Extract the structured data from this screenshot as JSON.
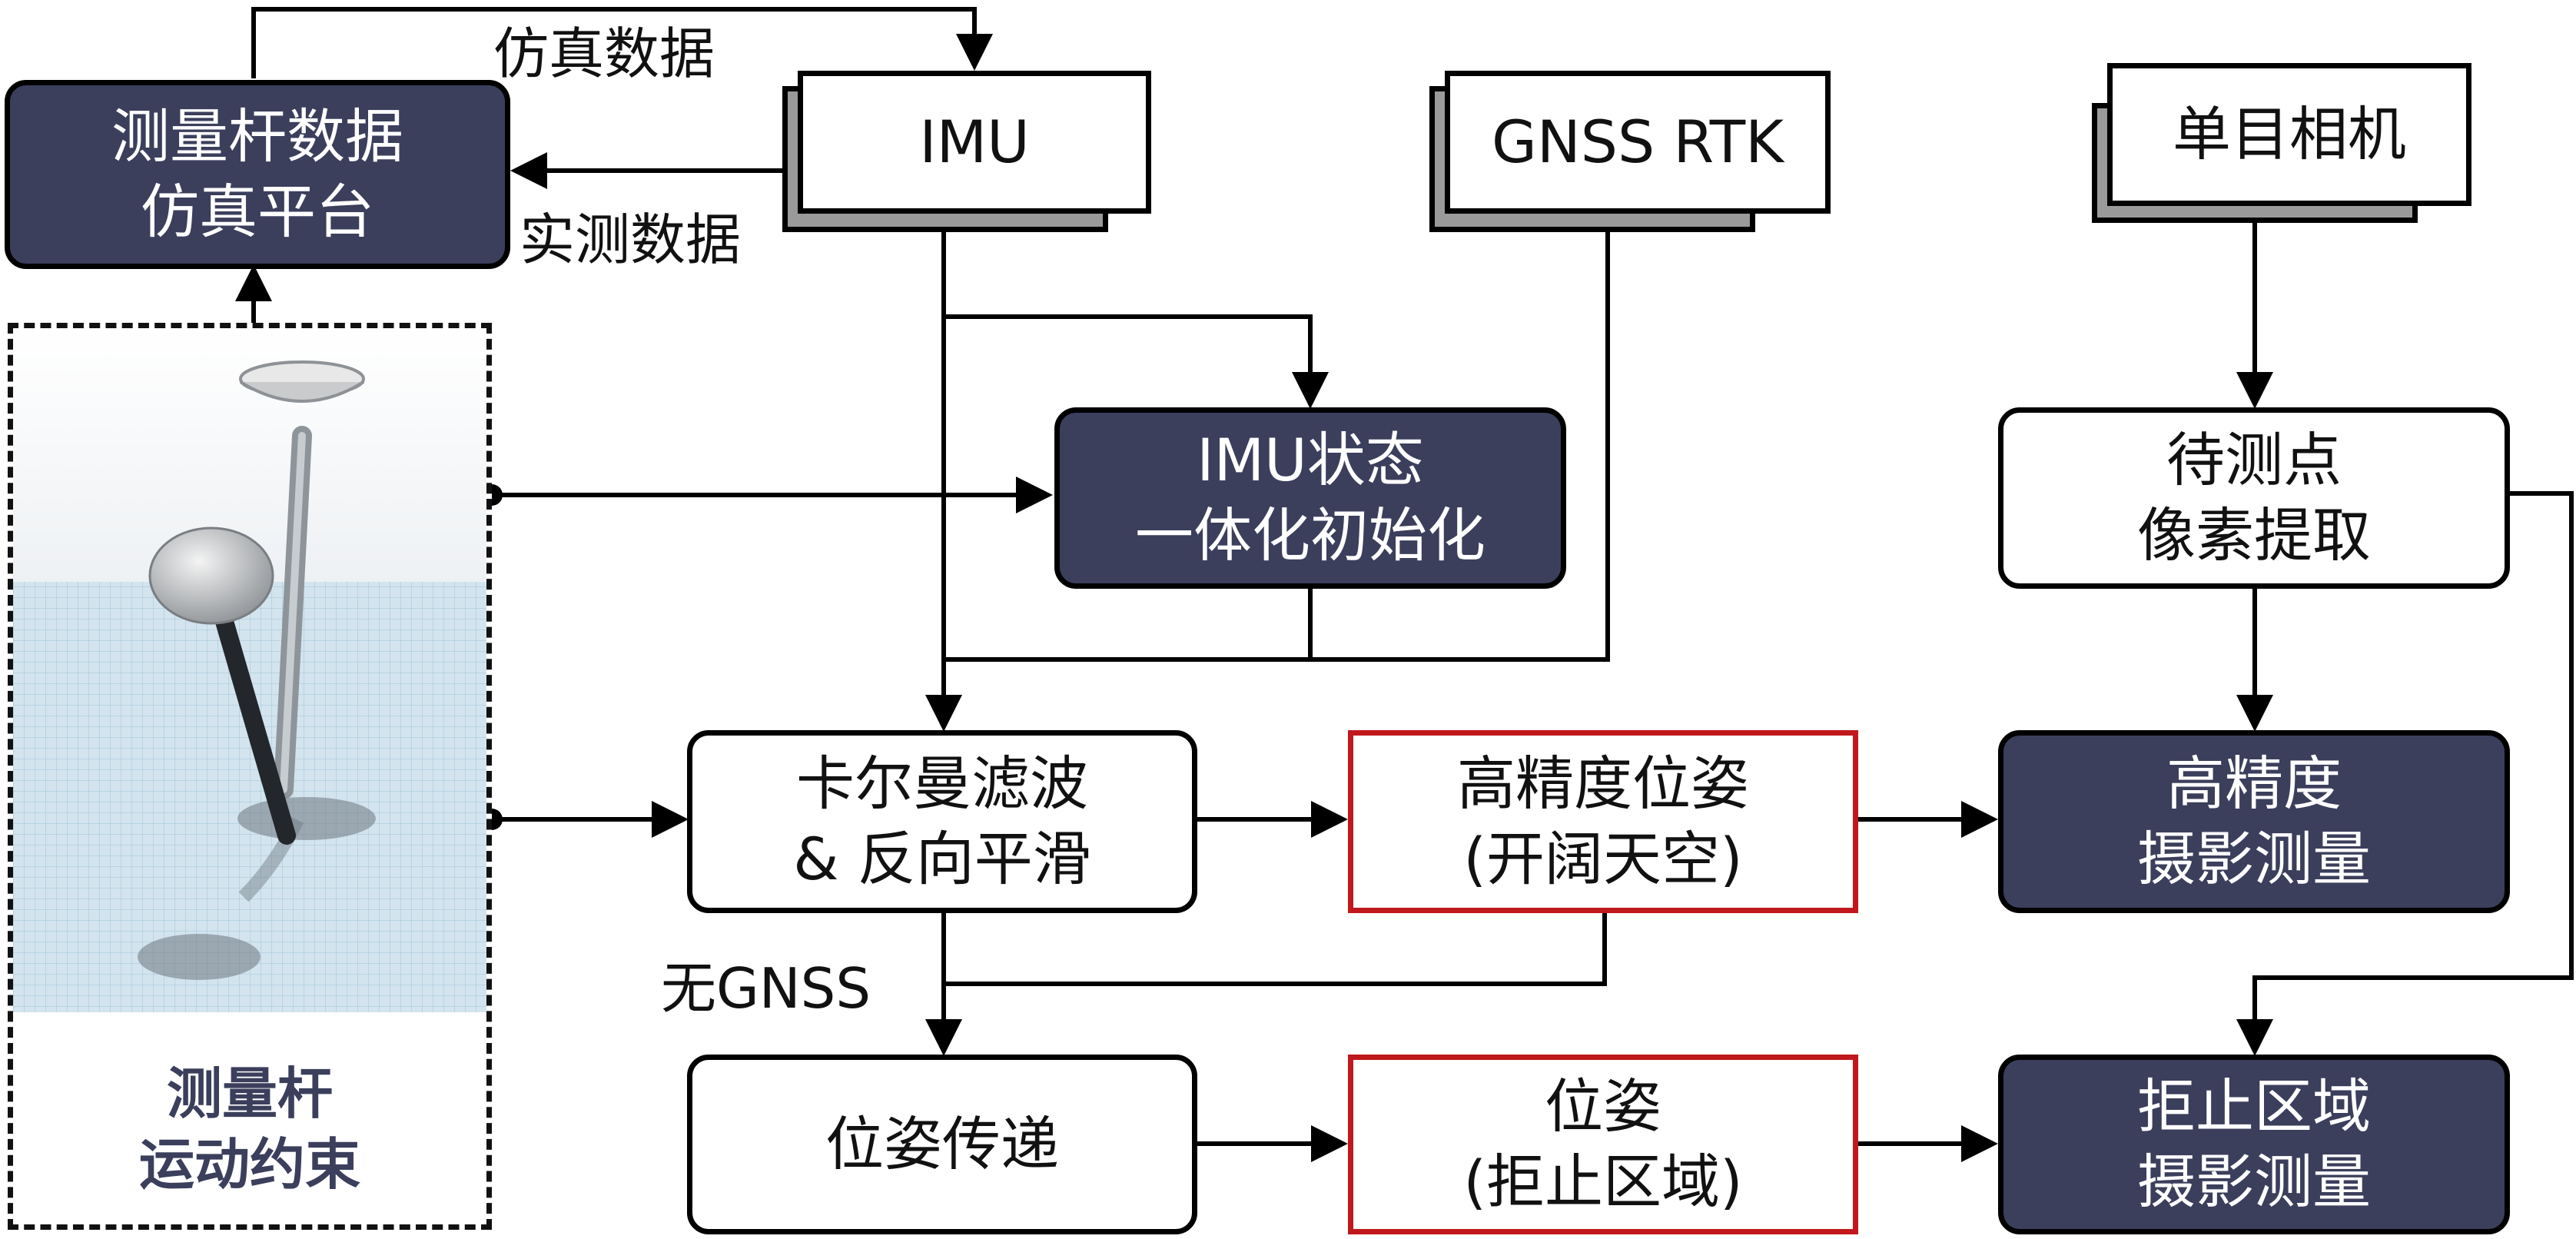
{
  "nodes": {
    "sim_platform": [
      "测量杆数据",
      "仿真平台"
    ],
    "imu": "IMU",
    "gnss": "GNSS RTK",
    "camera": "单目相机",
    "imu_init": [
      "IMU状态",
      "一体化初始化"
    ],
    "pixel_extract": [
      "待测点",
      "像素提取"
    ],
    "kalman": [
      "卡尔曼滤波",
      "& 反向平滑"
    ],
    "pose_hp": [
      "高精度位姿",
      "(开阔天空)"
    ],
    "photo_hp": [
      "高精度",
      "摄影测量"
    ],
    "pose_prop": "位姿传递",
    "pose_denied": [
      "位姿",
      "(拒止区域)"
    ],
    "photo_denied": [
      "拒止区域",
      "摄影测量"
    ]
  },
  "labels": {
    "sim_data": "仿真数据",
    "measured_data": "实测数据",
    "no_gnss": "无GNSS"
  },
  "constraint": [
    "测量杆",
    "运动约束"
  ],
  "colors": {
    "dark_fill": "#3b3f5c",
    "highlight_border": "#c0181c"
  }
}
